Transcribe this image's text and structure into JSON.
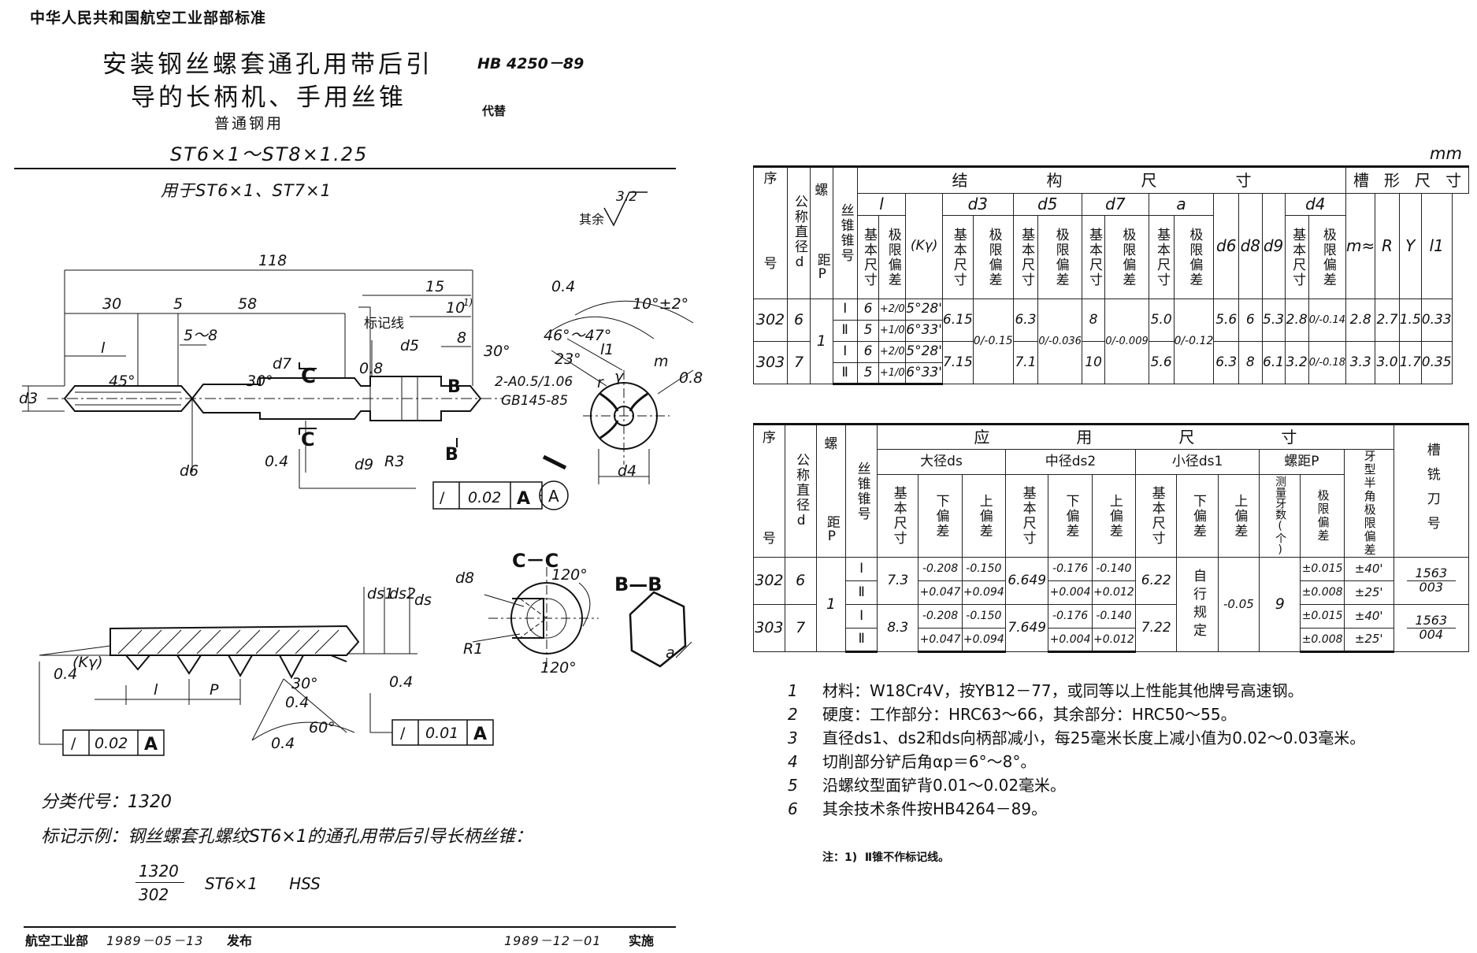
{
  "header": {
    "org_standard": "中华人民共和国航空工业部部标准",
    "title_line1": "安装钢丝螺套通孔用带后引",
    "title_line2": "导的长柄机、手用丝锥",
    "subtitle": "普通钢用",
    "range": "ST6×1～ST8×1.25",
    "code": "HB 4250－89",
    "replaces": "代替",
    "unit": "mm"
  },
  "drawing": {
    "applies_to": "用于ST6×1、ST7×1",
    "roughness_other_label": "其余",
    "roughness_other_value": "3.2",
    "dims": {
      "total": "118",
      "d30": "30",
      "d5": "5",
      "d58": "58",
      "d15": "15",
      "d10": "10",
      "d10_sup": "1)",
      "d5_8": "5～8",
      "d8": "8",
      "l": "l",
      "a45": "45°",
      "a30": "30°",
      "a30b": "30°",
      "mark_line": "标记线",
      "r08a": "0.8",
      "r04a": "0.4",
      "r04b": "0.4",
      "r04c": "0.4",
      "r04d": "0.4",
      "r04e": "0.4",
      "r04f": "0.4",
      "r08b": "0.8",
      "r3": "R3",
      "center_hole": "2-A0.5/1.06",
      "center_std": "GB145-85",
      "tol_sym": "/",
      "tol_val": "0.02",
      "datum_a": "A",
      "datum_circle": "A",
      "angle_10": "10°±2°",
      "angle_46": "46°～47°",
      "angle_23": "23°",
      "c_label": "C",
      "b_label": "B",
      "cc_title": "C－C",
      "bb_title": "B—B",
      "a120a": "120°",
      "a120b": "120°",
      "r1": "R1",
      "ks": "(Kγ)",
      "p": "P",
      "a60": "60°",
      "tol2_val": "0.02",
      "tol3_val": "0.01"
    },
    "symbols": [
      "d3",
      "d6",
      "d7",
      "d5",
      "d9",
      "d4",
      "d8",
      "ds1",
      "ds2",
      "ds",
      "m",
      "r",
      "γ",
      "l1",
      "a"
    ],
    "classification": "分类代号：1320",
    "marking_example": "标记示例：钢丝螺套孔螺纹ST6×1的通孔用带后引导长柄丝锥：",
    "marking_num": "1320",
    "marking_den": "302",
    "marking_rest": "ST6×1　　HSS"
  },
  "footer": {
    "issuer": "航空工业部",
    "issue_date": "1989－05－13",
    "issue_word": "发布",
    "impl_date": "1989－12－01",
    "impl_word": "实施"
  },
  "table1": {
    "h_xu": "序",
    "h_hao": "号",
    "h_nominal": "公称直径d",
    "h_pitch_top": "螺",
    "h_pitch_bot": "距P",
    "h_taptype": "丝锥锥号",
    "h_struct": [
      "结",
      "构",
      "尺",
      "寸"
    ],
    "h_groove": [
      "槽",
      "形",
      "尺",
      "寸"
    ],
    "h_l": "l",
    "h_k": "(Kγ)",
    "h_d3": "d3",
    "h_d5": "d5",
    "h_d7": "d7",
    "h_a": "a",
    "h_basic": "基本尺寸",
    "h_limit": "极限偏差",
    "h_d6": "d6",
    "h_d8": "d8",
    "h_d9": "d9",
    "h_d4": "d4",
    "h_m": "m≈",
    "h_R": "R",
    "h_Y": "Y",
    "h_l1": "l1",
    "rows": [
      {
        "no": "302",
        "d": "6",
        "p": "1",
        "r1": {
          "t": "Ⅰ",
          "l": "6",
          "lt": "+2/0",
          "k": "5°28'"
        },
        "r2": {
          "t": "Ⅱ",
          "l": "5",
          "lt": "+1/0",
          "k": "6°33'"
        },
        "d3": "6.15",
        "d3t": "0/-0.15",
        "d5": "6.3",
        "d5t": "0/-0.036",
        "d7": "8",
        "d7t": "0/-0.009",
        "a": "5.0",
        "at": "0/-0.12",
        "d6": "5.6",
        "d8": "6",
        "d9": "5.3",
        "d4": "2.8",
        "d4t": "0/-0.14",
        "m": "2.8",
        "R": "2.7",
        "Y": "1.5",
        "l1": "0.33"
      },
      {
        "no": "303",
        "d": "7",
        "p": "",
        "r1": {
          "t": "Ⅰ",
          "l": "6",
          "lt": "+2/0",
          "k": "5°28'"
        },
        "r2": {
          "t": "Ⅱ",
          "l": "5",
          "lt": "+1/0",
          "k": "6°33'"
        },
        "d3": "7.15",
        "d3t": "",
        "d5": "7.1",
        "d5t": "",
        "d7": "10",
        "d7t": "",
        "a": "5.6",
        "at": "",
        "d6": "6.3",
        "d8": "8",
        "d9": "6.1",
        "d4": "3.2",
        "d4t": "0/-0.18",
        "m": "3.3",
        "R": "3.0",
        "Y": "1.7",
        "l1": "0.35"
      }
    ]
  },
  "table2": {
    "h_xu": "序",
    "h_hao": "号",
    "h_nominal": "公称直径d",
    "h_pitch_top": "螺",
    "h_pitch_bot": "距P",
    "h_taptype": "丝锥锥号",
    "h_apply": [
      "应",
      "用",
      "尺",
      "寸"
    ],
    "h_ds": "大径ds",
    "h_ds2": "中径ds2",
    "h_ds1": "小径ds1",
    "h_p": "螺距P",
    "h_basic": "基本尺寸",
    "h_lower": "下偏差",
    "h_upper": "上偏差",
    "h_count": "测量牙数(个)",
    "h_plimit": "极限偏差",
    "h_half": "牙型半角极限偏差",
    "h_cutter": "槽铣刀号",
    "rows": [
      {
        "no": "302",
        "d": "6",
        "p": "1",
        "ds": "7.3",
        "ds2": "6.649",
        "ds1": "6.22",
        "self": "自行规定",
        "ds1u": "-0.05",
        "count": "9",
        "r1": {
          "t": "Ⅰ",
          "dsl": "-0.208",
          "dsu": "-0.150",
          "d2l": "-0.176",
          "d2u": "-0.140",
          "pl": "±0.015",
          "half": "±40'",
          "cut_n": "1563",
          "cut_d": "003"
        },
        "r2": {
          "t": "Ⅱ",
          "dsl": "+0.047",
          "dsu": "+0.094",
          "d2l": "+0.004",
          "d2u": "+0.012",
          "pl": "±0.008",
          "half": "±25'"
        }
      },
      {
        "no": "303",
        "d": "7",
        "p": "",
        "ds": "8.3",
        "ds2": "7.649",
        "ds1": "7.22",
        "self": "",
        "ds1u": "",
        "count": "",
        "r1": {
          "t": "Ⅰ",
          "dsl": "-0.208",
          "dsu": "-0.150",
          "d2l": "-0.176",
          "d2u": "-0.140",
          "pl": "±0.015",
          "half": "±40'",
          "cut_n": "1563",
          "cut_d": "004"
        },
        "r2": {
          "t": "Ⅱ",
          "dsl": "+0.047",
          "dsu": "+0.094",
          "d2l": "+0.004",
          "d2u": "+0.012",
          "pl": "±0.008",
          "half": "±25'"
        }
      }
    ]
  },
  "notes": [
    {
      "n": "1",
      "text": "材料：W18Cr4V，按YB12－77，或同等以上性能其他牌号高速钢。"
    },
    {
      "n": "2",
      "text": "硬度：工作部分：HRC63～66，其余部分：HRC50～55。"
    },
    {
      "n": "3",
      "text": "直径ds1、ds2和ds向柄部减小，每25毫米长度上减小值为0.02～0.03毫米。"
    },
    {
      "n": "4",
      "text": "切削部分铲后角αp＝6°～8°。"
    },
    {
      "n": "5",
      "text": "沿螺纹型面铲背0.01～0.02毫米。"
    },
    {
      "n": "6",
      "text": "其余技术条件按HB4264－89。"
    }
  ],
  "footnote": "注：1)  Ⅱ锥不作标记线。"
}
